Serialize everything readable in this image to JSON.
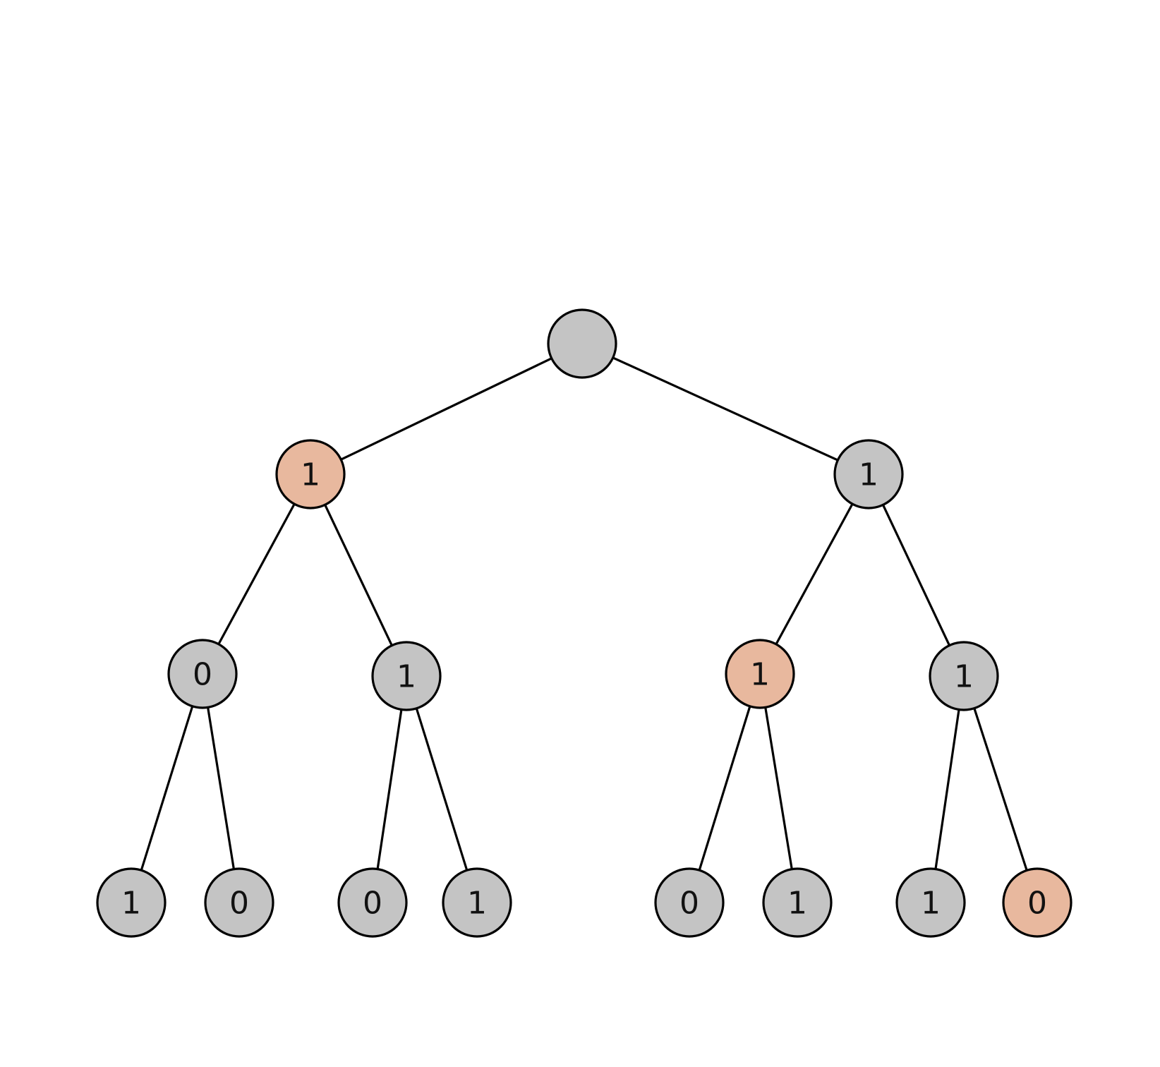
{
  "colors": {
    "default_fill": "#c4c4c4",
    "highlight_fill": "#e8b89e",
    "stroke": "#000000"
  },
  "tree": {
    "nodes": [
      {
        "id": "root",
        "label": "",
        "highlighted": false
      },
      {
        "id": "l",
        "label": "1",
        "highlighted": true
      },
      {
        "id": "r",
        "label": "1",
        "highlighted": false
      },
      {
        "id": "ll",
        "label": "0",
        "highlighted": false
      },
      {
        "id": "lr",
        "label": "1",
        "highlighted": false
      },
      {
        "id": "rl",
        "label": "1",
        "highlighted": true
      },
      {
        "id": "rr",
        "label": "1",
        "highlighted": false
      },
      {
        "id": "lll",
        "label": "1",
        "highlighted": false
      },
      {
        "id": "llr",
        "label": "0",
        "highlighted": false
      },
      {
        "id": "lrl",
        "label": "0",
        "highlighted": false
      },
      {
        "id": "lrr",
        "label": "1",
        "highlighted": false
      },
      {
        "id": "rll",
        "label": "0",
        "highlighted": false
      },
      {
        "id": "rlr",
        "label": "1",
        "highlighted": false
      },
      {
        "id": "rrl",
        "label": "1",
        "highlighted": false
      },
      {
        "id": "rrr",
        "label": "0",
        "highlighted": true
      }
    ],
    "edges": [
      [
        "root",
        "l"
      ],
      [
        "root",
        "r"
      ],
      [
        "l",
        "ll"
      ],
      [
        "l",
        "lr"
      ],
      [
        "r",
        "rl"
      ],
      [
        "r",
        "rr"
      ],
      [
        "ll",
        "lll"
      ],
      [
        "ll",
        "llr"
      ],
      [
        "lr",
        "lrl"
      ],
      [
        "lr",
        "lrr"
      ],
      [
        "rl",
        "rll"
      ],
      [
        "rl",
        "rlr"
      ],
      [
        "rr",
        "rrl"
      ],
      [
        "rr",
        "rrr"
      ]
    ]
  }
}
